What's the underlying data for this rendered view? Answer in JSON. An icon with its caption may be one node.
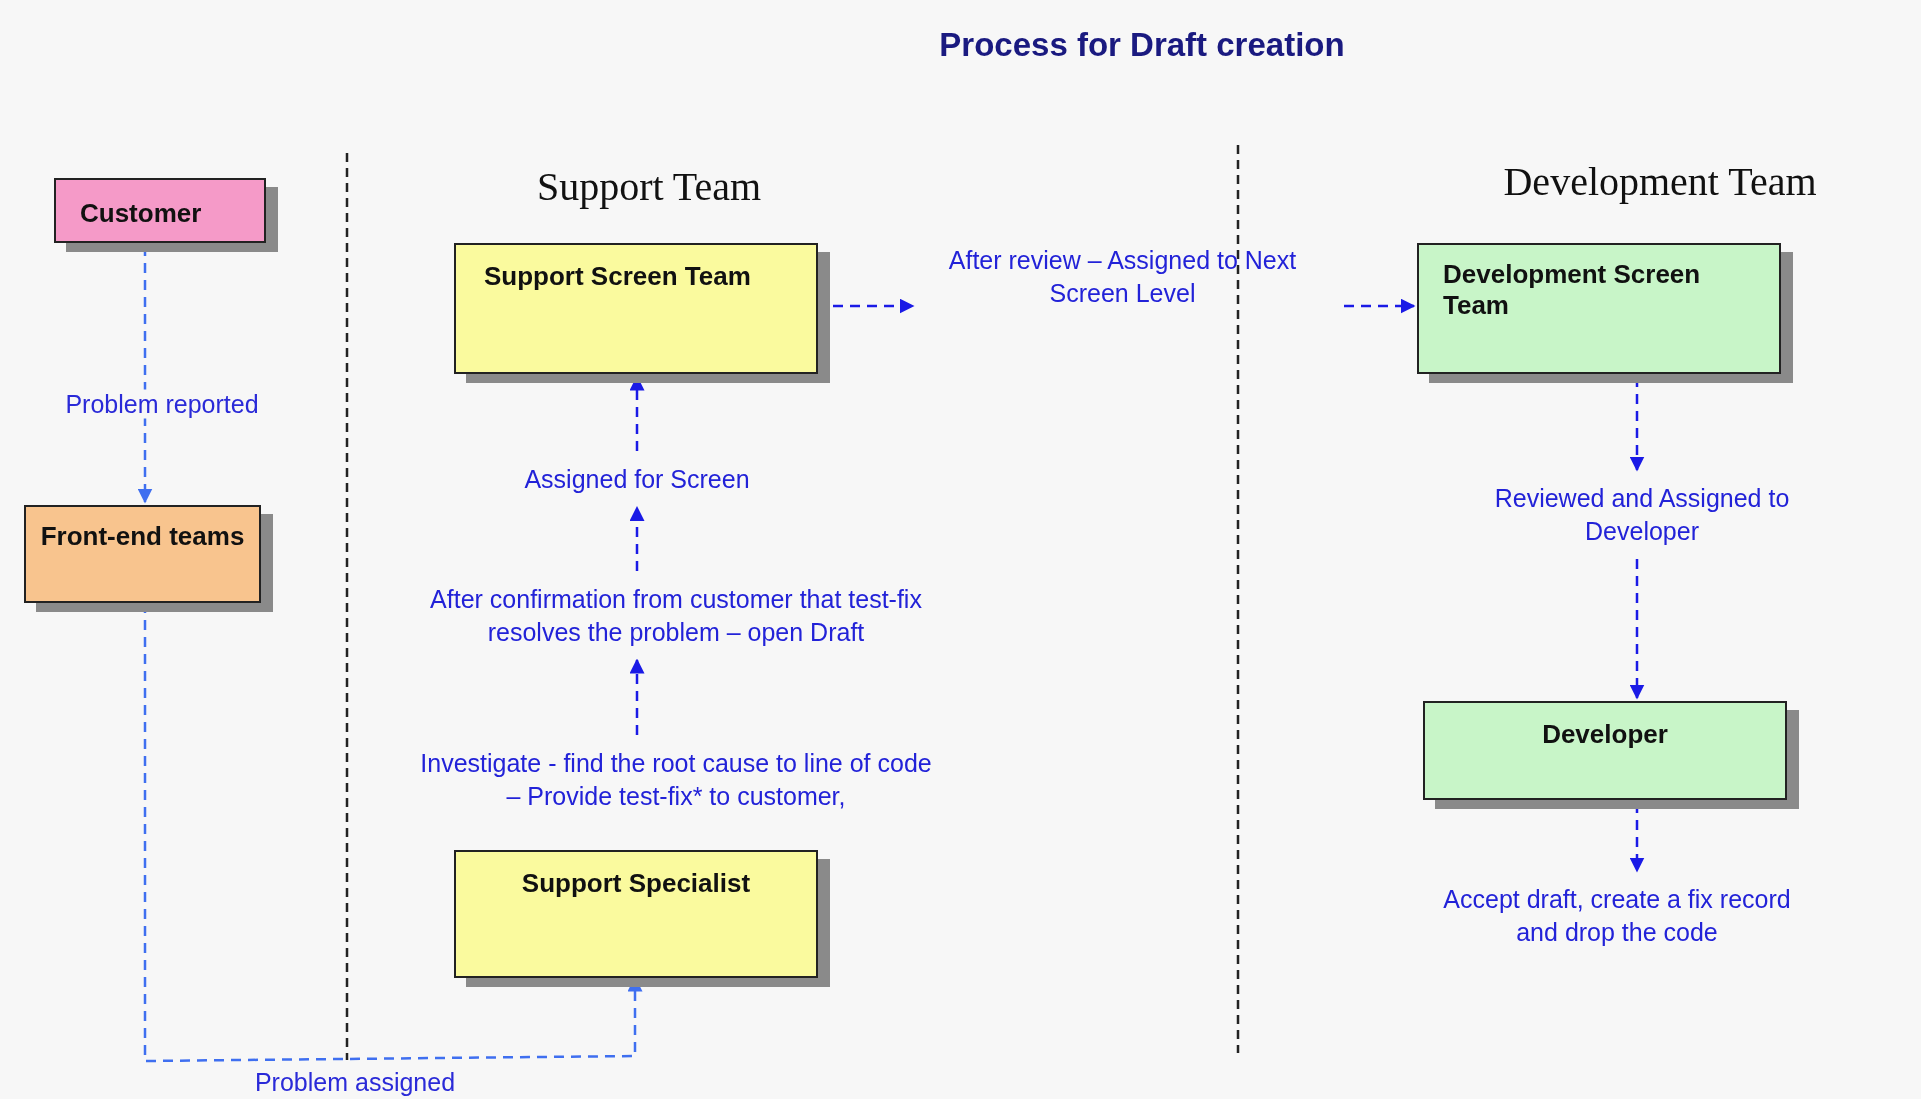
{
  "diagram": {
    "title": "Process for Draft creation",
    "nodes": [
      {
        "text": [
          "Customer"
        ]
      },
      {
        "text": [
          "Front-end teams"
        ]
      },
      {
        "text": [
          "Support Screen Team"
        ]
      },
      {
        "text": [
          "After review – Assigned to Next Screen Level"
        ]
      },
      {
        "text": [
          "Development Screen Team"
        ]
      },
      {
        "text": [
          "Assigned for Screen"
        ]
      },
      {
        "text": [
          "Reviewed and Assigned to Developer"
        ]
      },
      {
        "text": [
          "After confirmation from customer that test-fix resolves the problem – open Draft"
        ]
      },
      {
        "text": [
          "Developer"
        ]
      },
      {
        "text": [
          "Investigate - find the root cause to line of code – Provide test-fix* to customer,"
        ]
      },
      {
        "text": [
          "Accept draft, create a fix record and drop the code"
        ]
      },
      {
        "text": [
          "Support Specialist"
        ]
      }
    ],
    "edges": [
      {
        "from": 0,
        "to": 1,
        "arrow": "to",
        "label": "Problem reported",
        "color": "#3f6ff0"
      },
      {
        "from": 1,
        "to": 11,
        "arrow": "to",
        "label": "Problem assigned",
        "color": "#3f6ff0"
      },
      {
        "from": 9,
        "to": 7,
        "arrow": "to"
      },
      {
        "from": 7,
        "to": 5,
        "arrow": "to"
      },
      {
        "from": 5,
        "to": 2,
        "arrow": "to"
      },
      {
        "from": 2,
        "to": 3,
        "arrow": "to"
      },
      {
        "from": 3,
        "to": 4,
        "arrow": "to"
      },
      {
        "from": 4,
        "to": 6,
        "arrow": "to"
      },
      {
        "from": 6,
        "to": 8,
        "arrow": "to"
      },
      {
        "from": 8,
        "to": 10,
        "arrow": "to"
      }
    ],
    "labels": [
      "Support Team",
      "Development Team"
    ]
  }
}
